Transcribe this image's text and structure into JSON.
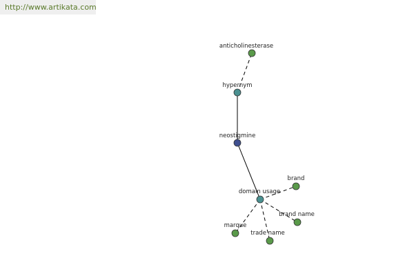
{
  "banner": {
    "text": "http://www.artikata.com"
  },
  "colors": {
    "center": "#3f4f8f",
    "relation": "#4a9090",
    "leaf": "#5a9a4a",
    "edge": "#000000",
    "banner_text": "#5a7a2a"
  },
  "graph": {
    "nodes": [
      {
        "id": "neostigmine",
        "label": "neostigmine",
        "kind": "center"
      },
      {
        "id": "hypernym",
        "label": "hypernym",
        "kind": "relation"
      },
      {
        "id": "anticholinesterase",
        "label": "anticholinesterase",
        "kind": "leaf"
      },
      {
        "id": "domain_usage",
        "label": "domain usage",
        "kind": "relation"
      },
      {
        "id": "brand",
        "label": "brand",
        "kind": "leaf"
      },
      {
        "id": "brand_name",
        "label": "brand name",
        "kind": "leaf"
      },
      {
        "id": "trade_name",
        "label": "trade name",
        "kind": "leaf"
      },
      {
        "id": "marque",
        "label": "marque",
        "kind": "leaf"
      }
    ],
    "edges": [
      {
        "from": "neostigmine",
        "to": "hypernym",
        "style": "solid"
      },
      {
        "from": "hypernym",
        "to": "anticholinesterase",
        "style": "dashed"
      },
      {
        "from": "neostigmine",
        "to": "domain_usage",
        "style": "solid"
      },
      {
        "from": "domain_usage",
        "to": "brand",
        "style": "dashed"
      },
      {
        "from": "domain_usage",
        "to": "brand_name",
        "style": "dashed"
      },
      {
        "from": "domain_usage",
        "to": "trade_name",
        "style": "dashed"
      },
      {
        "from": "domain_usage",
        "to": "marque",
        "style": "dashed"
      }
    ]
  }
}
